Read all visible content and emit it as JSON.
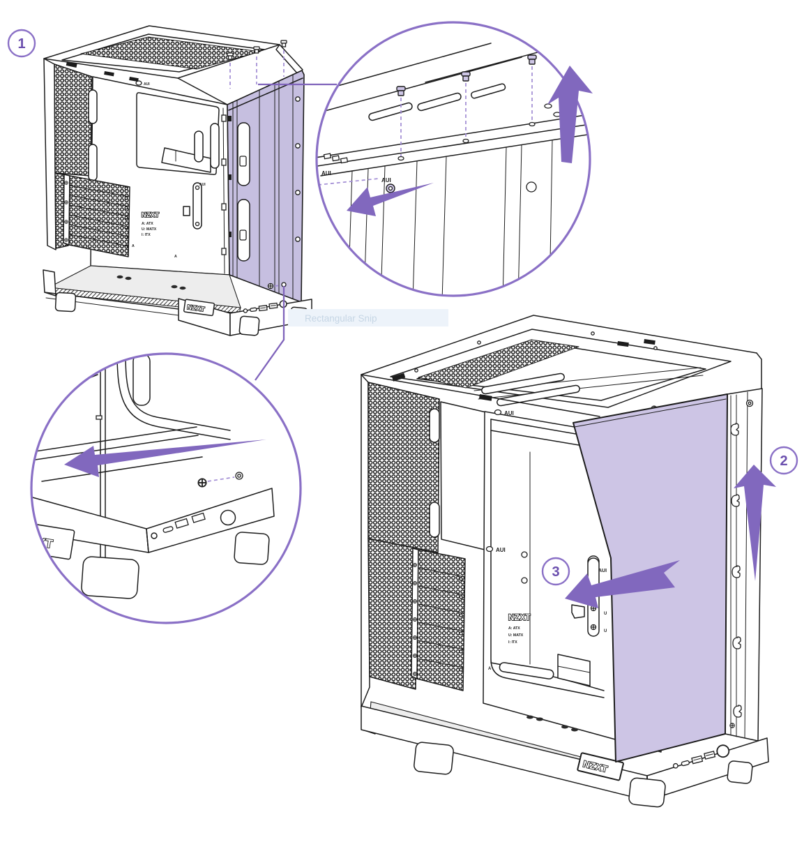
{
  "steps": [
    {
      "number": "1"
    },
    {
      "number": "2"
    },
    {
      "number": "3"
    }
  ],
  "labels": {
    "brand": "NZXT",
    "standoff_legend": [
      "A: ATX",
      "U: MATX",
      "I: ITX"
    ],
    "panel_marker": "AUI",
    "marker_u": "U",
    "marker_a": "A",
    "snip_overlay": "Rectangular Snip"
  },
  "colors": {
    "accent_purple": "#8168be",
    "badge_ring": "#8a70c6",
    "badge_number": "#6b4fae",
    "panel_fill": "#cdc5e5",
    "panel_fill_left": "#c6bfe0",
    "dash_purple": "#a18cd4",
    "connector_purple": "#7f63bb",
    "line_ink": "#1c1c1c",
    "snip_bg": "#edf3fa",
    "snip_text": "#c6d6e5"
  }
}
